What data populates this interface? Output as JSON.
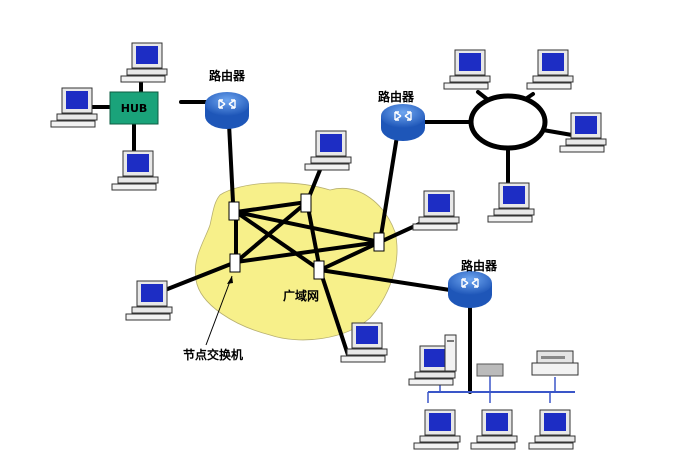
{
  "diagram": {
    "labels": {
      "hub": "HUB",
      "router_1": "路由器",
      "router_2": "路由器",
      "router_3": "路由器",
      "wan": "广域网",
      "node_switch": "节点交换机"
    },
    "colors": {
      "wan_cloud": "#f7f08a",
      "hub_fill": "#1aa37a",
      "router_fill": "#2f6fd0",
      "screen": "#1d2dc4",
      "bus_line": "#3a56c8"
    }
  }
}
